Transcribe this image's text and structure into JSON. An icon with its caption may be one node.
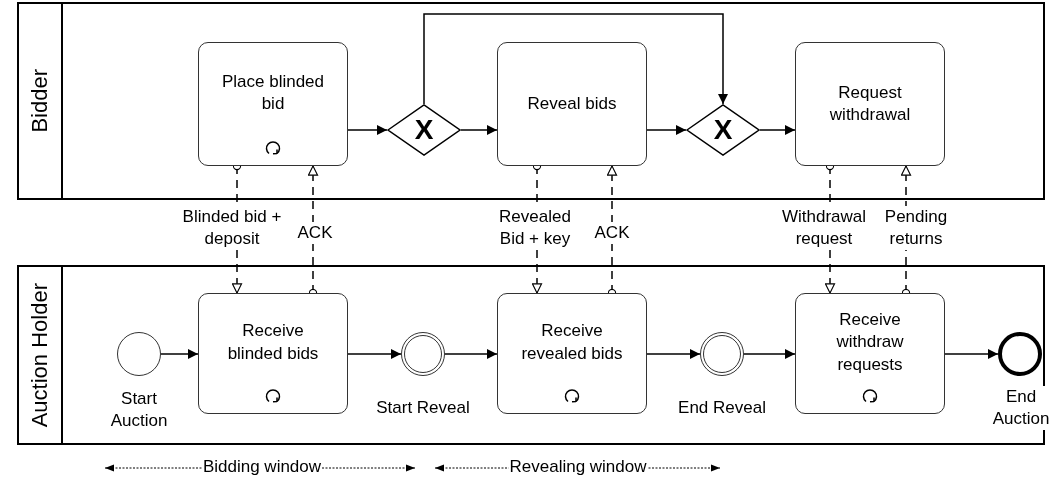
{
  "diagram": {
    "nodes": [
      {
        "text": [
          "Bidder"
        ]
      },
      {
        "text": [
          "Place blinded bid"
        ],
        "in": 0
      },
      {
        "text": [
          "X"
        ],
        "in": 0
      },
      {
        "text": [
          "Reveal bids"
        ],
        "in": 0
      },
      {
        "text": [
          "X"
        ],
        "in": 0
      },
      {
        "text": [
          "Request withdrawal"
        ],
        "in": 0
      },
      {
        "text": [
          "Auction Holder"
        ]
      },
      {
        "text": [],
        "shape": "circle",
        "in": 6,
        "beside": [
          "Start Auction"
        ]
      },
      {
        "text": [
          "Receive blinded bids"
        ],
        "in": 6
      },
      {
        "text": [],
        "shape": "circle",
        "in": 6,
        "beside": [
          "Start Reveal"
        ]
      },
      {
        "text": [
          "Receive revealed bids"
        ],
        "in": 6
      },
      {
        "text": [],
        "shape": "circle",
        "in": 6,
        "beside": [
          "End Reveal"
        ]
      },
      {
        "text": [
          "Receive withdraw requests"
        ],
        "in": 6
      },
      {
        "text": [],
        "shape": "circle",
        "in": 6,
        "beside": [
          "End Auction"
        ]
      }
    ],
    "edges": [
      {
        "from": 1,
        "to": 2,
        "arrow": "to"
      },
      {
        "from": 2,
        "to": 3,
        "arrow": "to"
      },
      {
        "from": 3,
        "to": 4,
        "arrow": "to"
      },
      {
        "from": 4,
        "to": 5,
        "arrow": "to"
      },
      {
        "from": 2,
        "to": 4,
        "arrow": "to"
      },
      {
        "from": 1,
        "to": 8,
        "arrow": "to",
        "style": "dashed",
        "label": "Blinded bid + deposit"
      },
      {
        "from": 8,
        "to": 1,
        "arrow": "to",
        "style": "dashed",
        "label": "ACK"
      },
      {
        "from": 3,
        "to": 10,
        "arrow": "to",
        "style": "dashed",
        "label": "Revealed Bid + key"
      },
      {
        "from": 10,
        "to": 3,
        "arrow": "to",
        "style": "dashed",
        "label": "ACK"
      },
      {
        "from": 5,
        "to": 12,
        "arrow": "to",
        "style": "dashed",
        "label": "Withdrawal request"
      },
      {
        "from": 12,
        "to": 5,
        "arrow": "to",
        "style": "dashed",
        "label": "Pending returns"
      },
      {
        "from": 7,
        "to": 8,
        "arrow": "to"
      },
      {
        "from": 8,
        "to": 9,
        "arrow": "to"
      },
      {
        "from": 9,
        "to": 10,
        "arrow": "to"
      },
      {
        "from": 10,
        "to": 11,
        "arrow": "to"
      },
      {
        "from": 11,
        "to": 12,
        "arrow": "to"
      },
      {
        "from": 12,
        "to": 13,
        "arrow": "to"
      }
    ],
    "labels": [
      "Bidding window",
      "Revealing window"
    ]
  }
}
